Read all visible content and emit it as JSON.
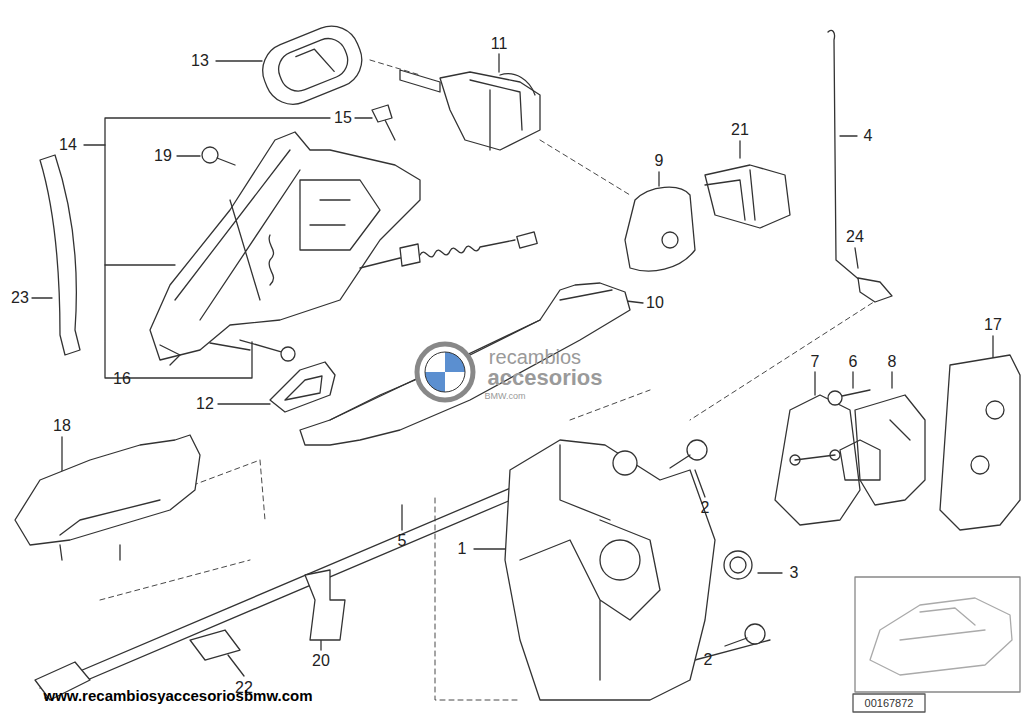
{
  "diagram": {
    "labels": [
      "13",
      "11",
      "4",
      "15",
      "14",
      "19",
      "9",
      "21",
      "24",
      "23",
      "10",
      "16",
      "12",
      "7",
      "6",
      "8",
      "17",
      "18",
      "5",
      "1",
      "2",
      "3",
      "2",
      "22",
      "20",
      "recambios",
      "accesorios",
      "BMW.com",
      "www.recambiosyaccesoriosbmw.com",
      "00167872"
    ]
  }
}
